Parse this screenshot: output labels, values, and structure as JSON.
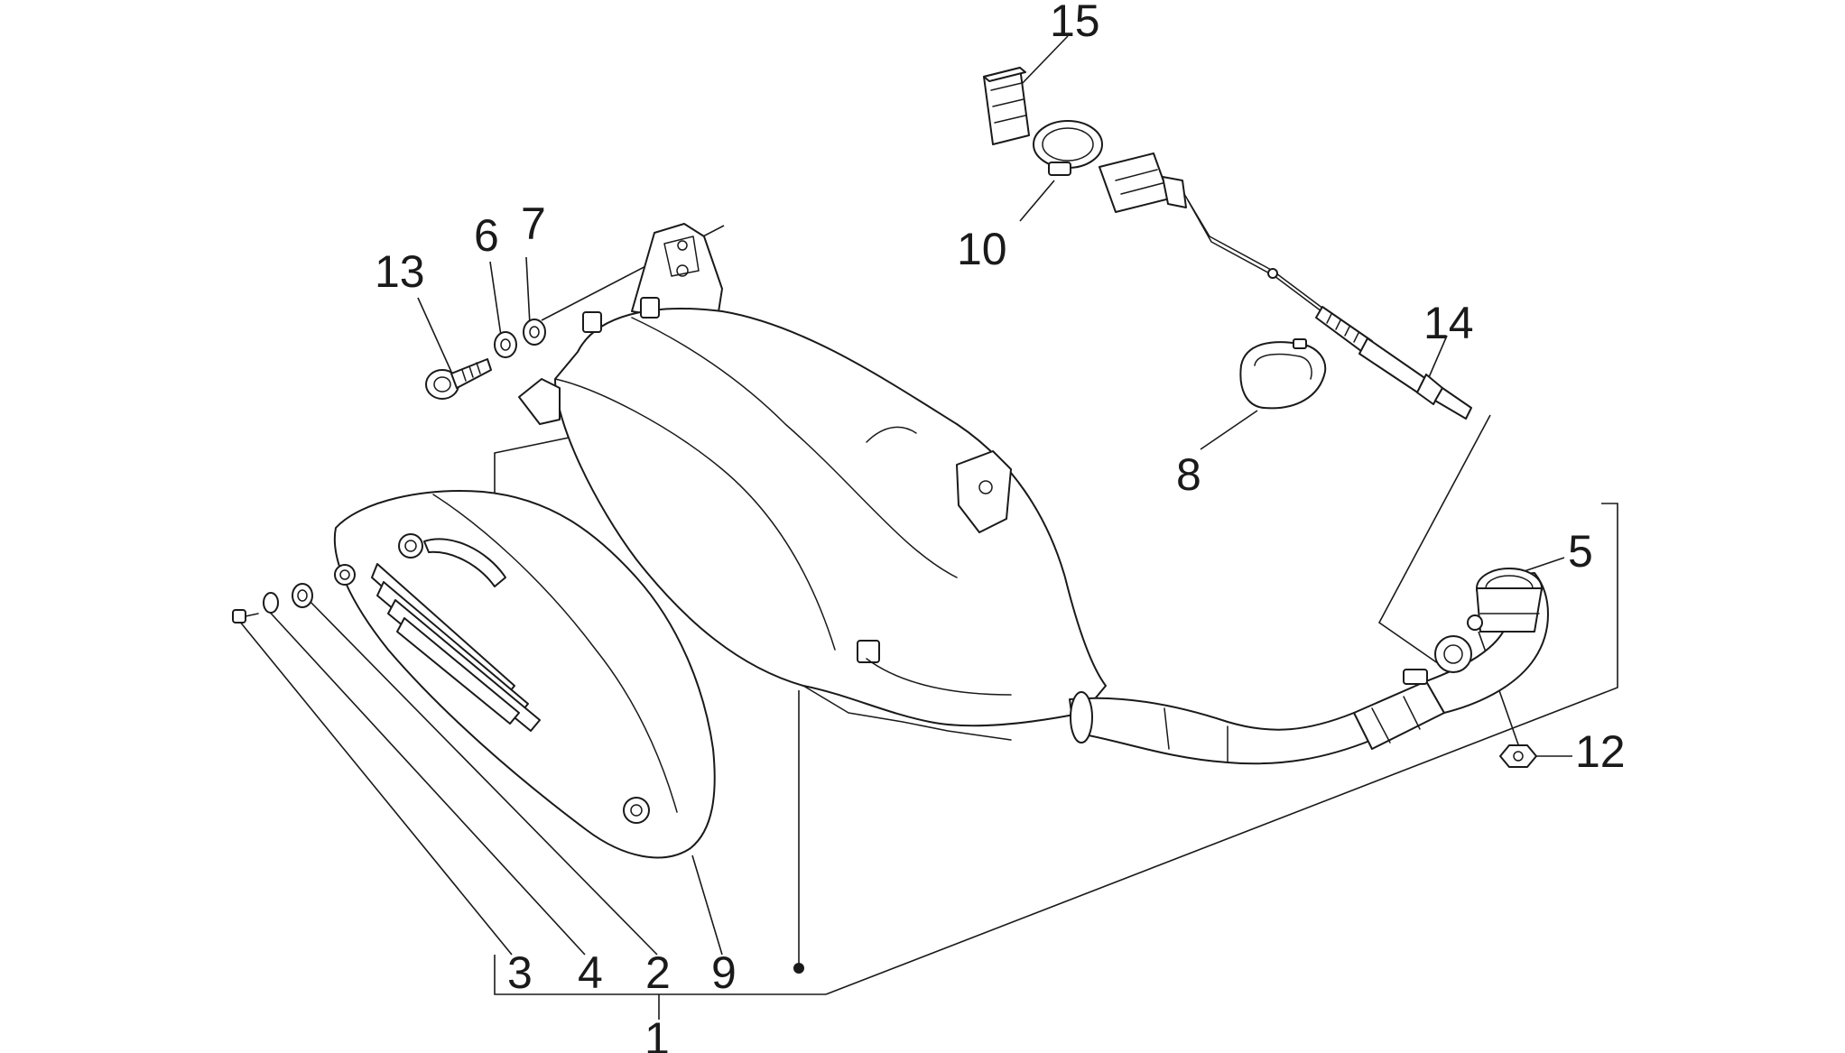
{
  "diagram": {
    "callouts": {
      "c1": "1",
      "c2": "2",
      "c3": "3",
      "c4": "4",
      "c5": "5",
      "c6": "6",
      "c7": "7",
      "c8": "8",
      "c9": "9",
      "c10": "10",
      "c12": "12",
      "c13": "13",
      "c14": "14",
      "c15": "15"
    }
  }
}
